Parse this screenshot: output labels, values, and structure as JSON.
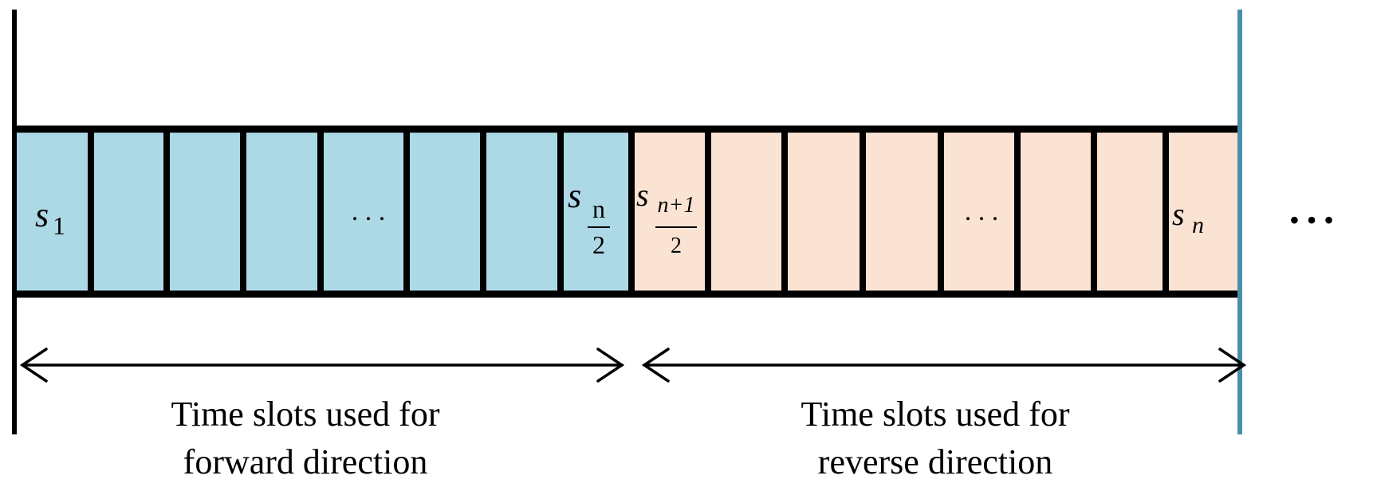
{
  "colors": {
    "forward_fill": "#add8e6",
    "reverse_fill": "#fbe3d4",
    "outline": "#000000",
    "end_line": "#4a8faa"
  },
  "slots": {
    "first": {
      "base": "s",
      "sub": "1"
    },
    "forward_ellipsis": ". . .",
    "forward_last": {
      "base": "s",
      "frac_num": "n",
      "frac_den": "2"
    },
    "reverse_first": {
      "base": "s",
      "frac_num": "n+1",
      "frac_den": "2"
    },
    "reverse_ellipsis": ". . .",
    "last": {
      "base": "s",
      "sub": "n"
    }
  },
  "trailing_ellipsis": "• • •",
  "labels": {
    "forward_line1": "Time slots used for",
    "forward_line2": "forward direction",
    "reverse_line1": "Time slots used for",
    "reverse_line2": "reverse direction"
  }
}
